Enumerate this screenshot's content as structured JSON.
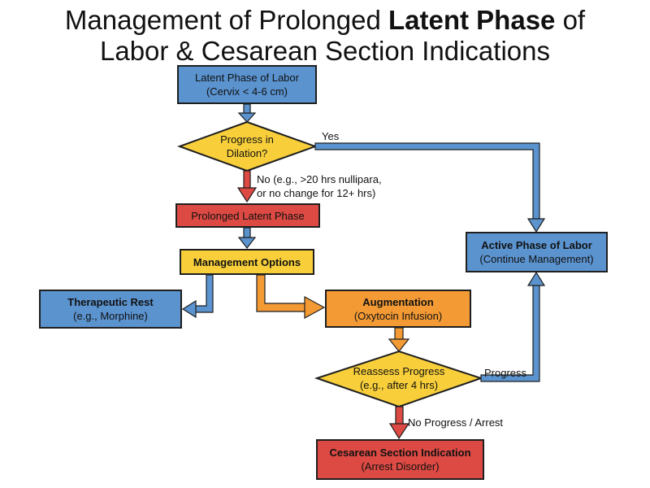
{
  "title": {
    "line1_prefix": "Management of Prolonged ",
    "line1_bold": "Latent Phase",
    "line1_suffix": " of",
    "line2": "Labor & Cesarean Section Indications"
  },
  "nodes": {
    "latent_phase": {
      "line1": "Latent Phase of Labor",
      "line2": "(Cervix < 4-6 cm)",
      "color": "#5b93cf"
    },
    "progress_dilation": {
      "line1": "Progress in",
      "line2": "Dilation?",
      "color": "#f8cf3b"
    },
    "prolonged_latent": {
      "line1": "Prolonged Latent Phase",
      "color": "#dc4a43"
    },
    "management_options": {
      "line1": "Management Options",
      "color": "#f8cf3b"
    },
    "therapeutic_rest": {
      "line1": "Therapeutic Rest",
      "line2": "(e.g., Morphine)",
      "color": "#5b93cf"
    },
    "augmentation": {
      "line1": "Augmentation",
      "line2": "(Oxytocin Infusion)",
      "color": "#f39a35"
    },
    "reassess_progress": {
      "line1": "Reassess Progress",
      "line2": "(e.g., after 4 hrs)",
      "color": "#f8cf3b"
    },
    "cesarean": {
      "line1": "Cesarean Section Indication",
      "line2": "(Arrest Disorder)",
      "color": "#dc4a43"
    },
    "active_phase": {
      "line1": "Active Phase of Labor",
      "line2": "(Continue Management)",
      "color": "#5b93cf"
    }
  },
  "edge_labels": {
    "yes": "Yes",
    "no_line1": "No (e.g., >20 hrs nullipara,",
    "no_line2": "or no change for 12+ hrs)",
    "progress": "Progress",
    "no_progress": "No Progress / Arrest"
  }
}
